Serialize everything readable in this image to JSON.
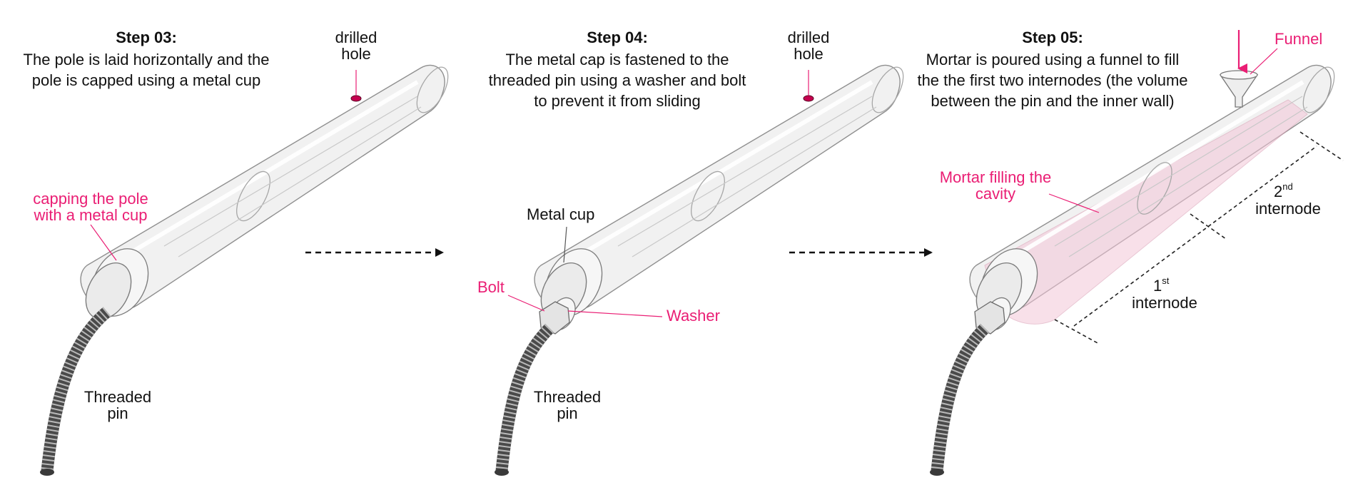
{
  "steps": [
    {
      "title": "Step 03:",
      "description": [
        "The pole is laid horizontally and the",
        "pole is capped using a metal cup"
      ],
      "labels": {
        "drilled_hole": [
          "drilled",
          "hole"
        ],
        "capping": [
          "capping the pole",
          "with a metal cup"
        ],
        "threaded_pin": [
          "Threaded",
          "pin"
        ]
      }
    },
    {
      "title": "Step 04:",
      "description": [
        "The metal cap is fastened to the",
        "threaded pin using a washer and bolt",
        "to prevent it from sliding"
      ],
      "labels": {
        "drilled_hole": [
          "drilled",
          "hole"
        ],
        "metal_cup": "Metal cup",
        "bolt": "Bolt",
        "washer": "Washer",
        "threaded_pin": [
          "Threaded",
          "pin"
        ]
      }
    },
    {
      "title": "Step 05:",
      "description": [
        "Mortar is poured using a funnel to fill",
        "the the first two internodes (the volume",
        "between the pin and the inner wall)"
      ],
      "labels": {
        "funnel": "Funnel",
        "mortar": [
          "Mortar filling the",
          "cavity"
        ],
        "second_internode": {
          "num": "2",
          "sup": "nd",
          "word": "internode"
        },
        "first_internode": {
          "num": "1",
          "sup": "st",
          "word": "internode"
        }
      }
    }
  ],
  "colors": {
    "accent_pink": "#ea1e74",
    "hole": "#c5004f",
    "mortar": "#f3c7d8",
    "text": "#111111"
  },
  "icons": [
    "flow-arrow-right",
    "flow-arrow-right"
  ]
}
